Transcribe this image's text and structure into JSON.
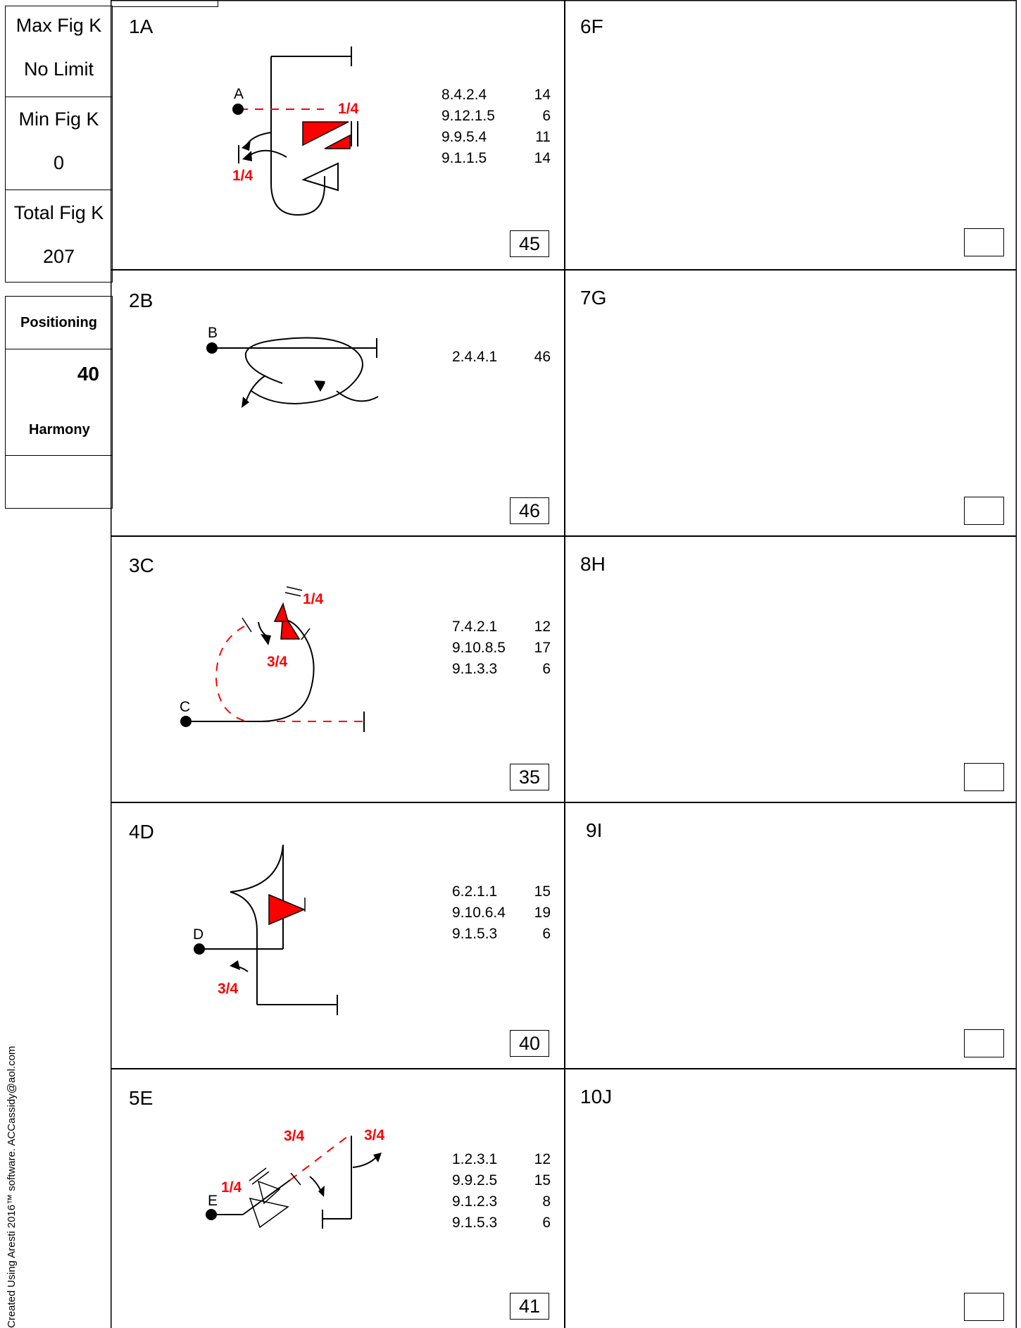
{
  "summary": {
    "max_label": "Max Fig K",
    "max_value": "No Limit",
    "min_label": "Min Fig K",
    "min_value": "0",
    "total_label": "Total Fig K",
    "total_value": "207"
  },
  "positioning": {
    "label": "Positioning",
    "value": "40",
    "harmony_label": "Harmony",
    "harmony_value": ""
  },
  "footer": "Created Using Aresti 2016™ software.  ACCassidy@aol.com",
  "figures": [
    {
      "id": "1A",
      "start_letter": "A",
      "catalog": [
        {
          "code": "8.4.2.4",
          "k": "14"
        },
        {
          "code": "9.12.1.5",
          "k": "6"
        },
        {
          "code": "9.9.5.4",
          "k": "11"
        },
        {
          "code": "9.1.1.5",
          "k": "14"
        }
      ],
      "total": "45",
      "rolls": [
        "1/4",
        "1/4"
      ]
    },
    {
      "id": "2B",
      "start_letter": "B",
      "catalog": [
        {
          "code": "2.4.4.1",
          "k": "46"
        }
      ],
      "total": "46",
      "rolls": []
    },
    {
      "id": "3C",
      "start_letter": "C",
      "catalog": [
        {
          "code": "7.4.2.1",
          "k": "12"
        },
        {
          "code": "9.10.8.5",
          "k": "17"
        },
        {
          "code": "9.1.3.3",
          "k": "6"
        }
      ],
      "total": "35",
      "rolls": [
        "1/4",
        "3/4"
      ]
    },
    {
      "id": "4D",
      "start_letter": "D",
      "catalog": [
        {
          "code": "6.2.1.1",
          "k": "15"
        },
        {
          "code": "9.10.6.4",
          "k": "19"
        },
        {
          "code": "9.1.5.3",
          "k": "6"
        }
      ],
      "total": "40",
      "rolls": [
        "3/4"
      ]
    },
    {
      "id": "5E",
      "start_letter": "E",
      "catalog": [
        {
          "code": "1.2.3.1",
          "k": "12"
        },
        {
          "code": "9.9.2.5",
          "k": "15"
        },
        {
          "code": "9.1.2.3",
          "k": "8"
        },
        {
          "code": "9.1.5.3",
          "k": "6"
        }
      ],
      "total": "41",
      "rolls": [
        "3/4",
        "3/4",
        "1/4"
      ]
    },
    {
      "id": "6F",
      "catalog": [],
      "total": ""
    },
    {
      "id": "7G",
      "catalog": [],
      "total": ""
    },
    {
      "id": "8H",
      "catalog": [],
      "total": ""
    },
    {
      "id": "9I",
      "catalog": [],
      "total": ""
    },
    {
      "id": "10J",
      "catalog": [],
      "total": ""
    }
  ],
  "colors": {
    "roll": "#ff0000",
    "line": "#000000"
  }
}
